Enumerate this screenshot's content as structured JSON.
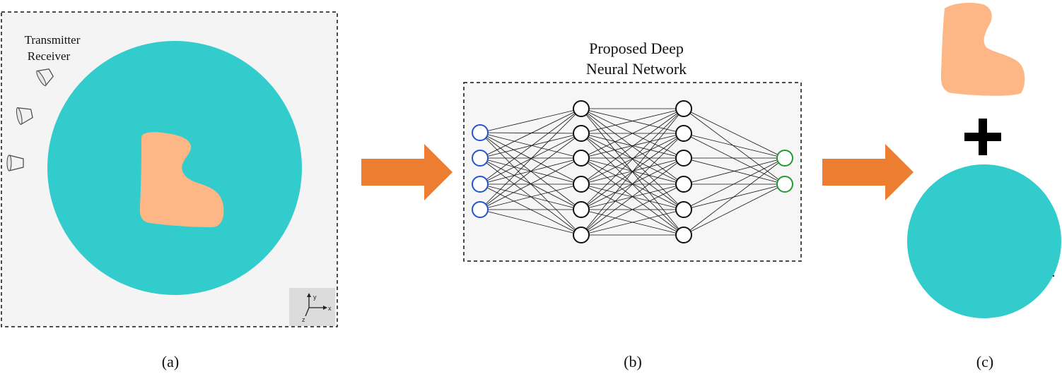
{
  "panel_a": {
    "antenna_labels": [
      "Transmitter",
      "Receiver"
    ],
    "axis_labels": {
      "y": "y",
      "x": "x",
      "z": "z"
    },
    "caption": "(a)",
    "colors": {
      "background": "#f4f4f4",
      "domain": "#33cccc",
      "object": "#fdb686"
    }
  },
  "panel_b": {
    "title_lines": [
      "Proposed Deep",
      "Neural Network"
    ],
    "caption": "(b)",
    "layers": [
      {
        "role": "input",
        "neurons": 4,
        "color": "#2255cc"
      },
      {
        "role": "hidden",
        "neurons": 6,
        "color": "#111111"
      },
      {
        "role": "hidden",
        "neurons": 6,
        "color": "#111111"
      },
      {
        "role": "output",
        "neurons": 2,
        "color": "#229933"
      }
    ]
  },
  "panel_c": {
    "plus_symbol": "+",
    "caption": "(c)",
    "colors": {
      "domain": "#33cccc",
      "object": "#fdb686"
    }
  },
  "arrows": {
    "color": "#ed7d31"
  }
}
